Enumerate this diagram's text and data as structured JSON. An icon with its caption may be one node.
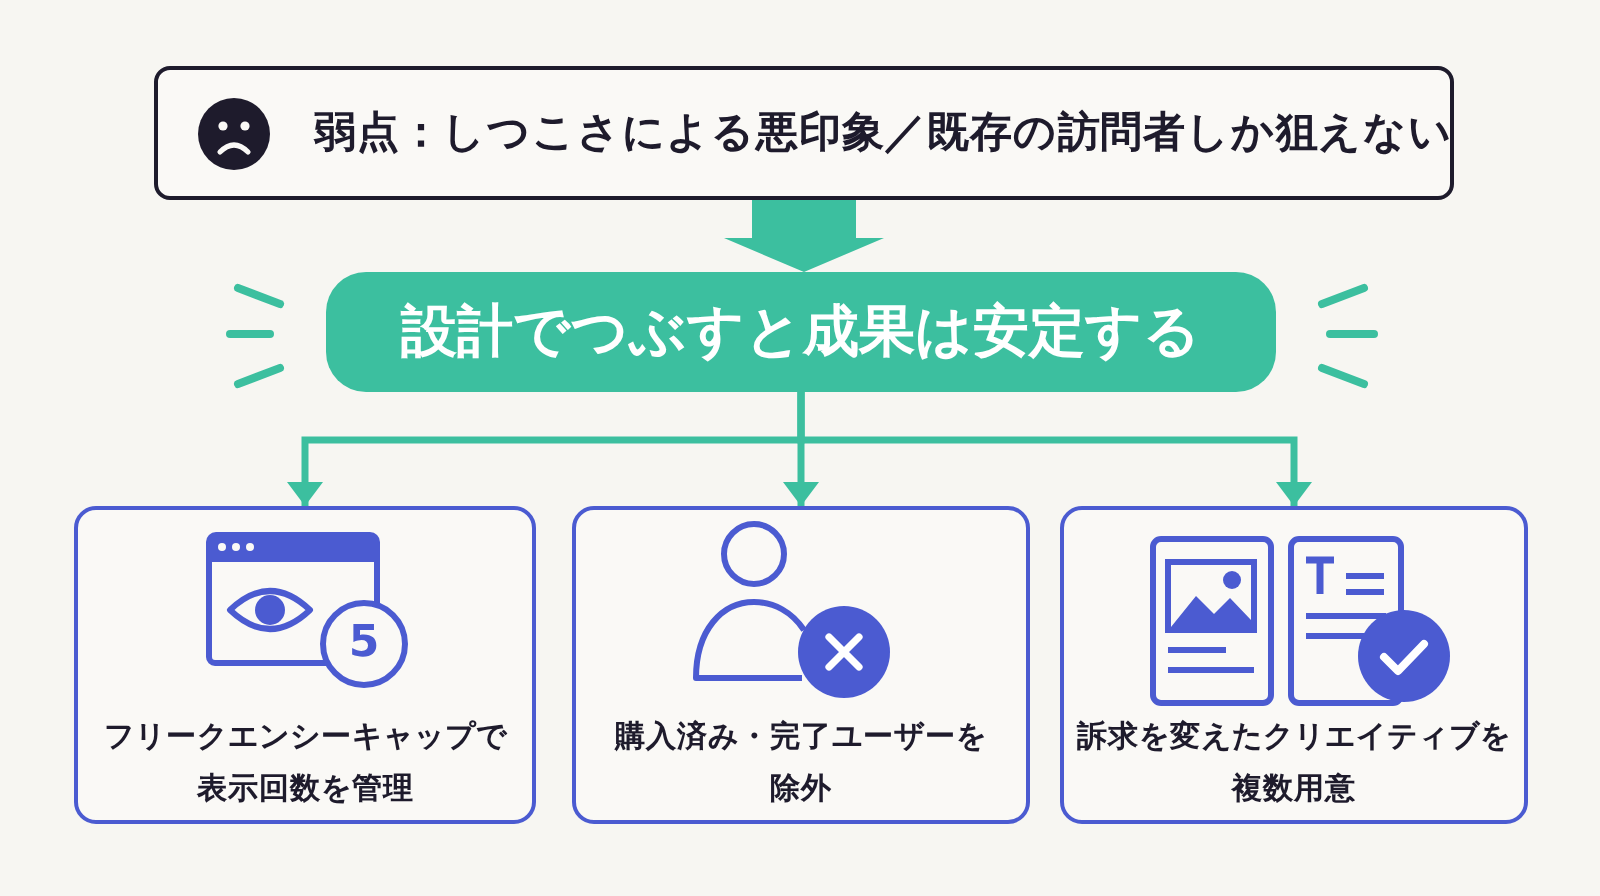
{
  "diagram": {
    "nodes": [
      {
        "text": [
          "弱点：しつこさによる悪印象／既存の訪問者しか狙えない"
        ]
      },
      {
        "text": [
          "設計でつぶすと成果は安定する"
        ]
      },
      {
        "text": [
          "フリークエンシーキャップで表示回数を管理"
        ]
      },
      {
        "text": [
          "購入済み・完了ユーザーを除外"
        ]
      },
      {
        "text": [
          "訴求を変えたクリエイティブを複数用意"
        ]
      }
    ],
    "edges": [
      {
        "from": 0,
        "to": 1,
        "arrow": "to",
        "style": "thick"
      },
      {
        "from": 1,
        "to": 2,
        "arrow": "to"
      },
      {
        "from": 1,
        "to": 3,
        "arrow": "to"
      },
      {
        "from": 1,
        "to": 4,
        "arrow": "to"
      }
    ],
    "labels": [
      "5"
    ]
  }
}
